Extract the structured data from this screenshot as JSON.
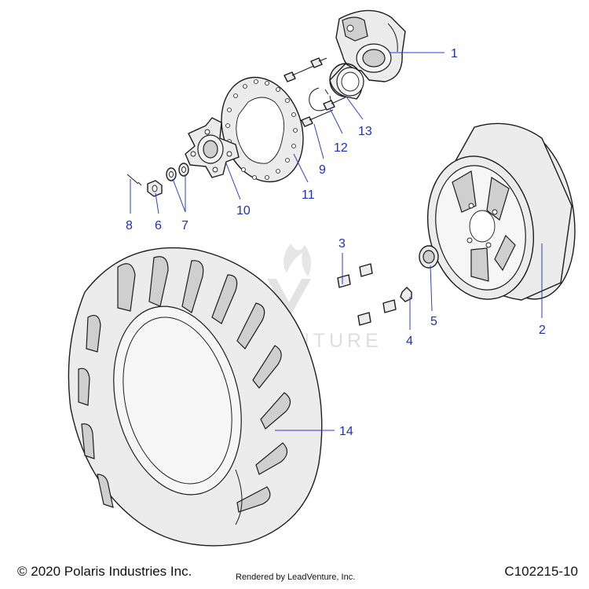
{
  "diagram": {
    "callouts": [
      "1",
      "2",
      "3",
      "4",
      "5",
      "6",
      "7",
      "8",
      "9",
      "10",
      "11",
      "12",
      "13",
      "14"
    ],
    "watermark": "LEADVENTURE",
    "colors": {
      "callout": "#1d2fc4",
      "line": "#1c1c1c",
      "part_fill": "#ececec",
      "watermark": "#dedede"
    }
  },
  "footer": {
    "copyright": "© 2020 Polaris Industries Inc.",
    "rendered_by": "Rendered by LeadVenture, Inc.",
    "figure_id": "C102215-10"
  }
}
